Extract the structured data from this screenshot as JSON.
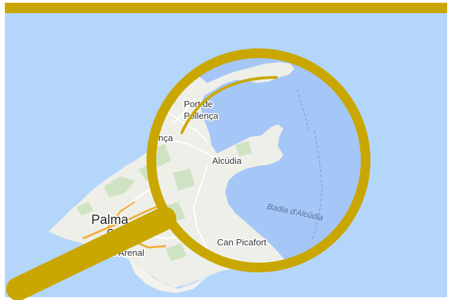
{
  "colors": {
    "sea": "#b4d6fb",
    "sea_magnified": "#a5c7f7",
    "land": "#eeefe9",
    "land_dark": "#f3f2ec",
    "park": "#cfe3c2",
    "road_major": "#f0ae3c",
    "road_minor": "#ffffff",
    "magnifier": "#c9a700",
    "top_band": "#c9a700",
    "page_bg": "#ffffff"
  },
  "labels": {
    "palma": "Palma",
    "sarenal": "S'Arenal",
    "port_de_pollenca_line1": "Port de",
    "port_de_pollenca_line2": "Pollença",
    "pollenca_partial": "ença",
    "alcudia": "Alcúdia",
    "badia_dalcudia": "Badia d'Alcúdia",
    "can_picafort": "Can Picafort"
  },
  "icons": {
    "magnifier": "magnifying-glass-icon",
    "city_marker": "city-marker-icon"
  }
}
